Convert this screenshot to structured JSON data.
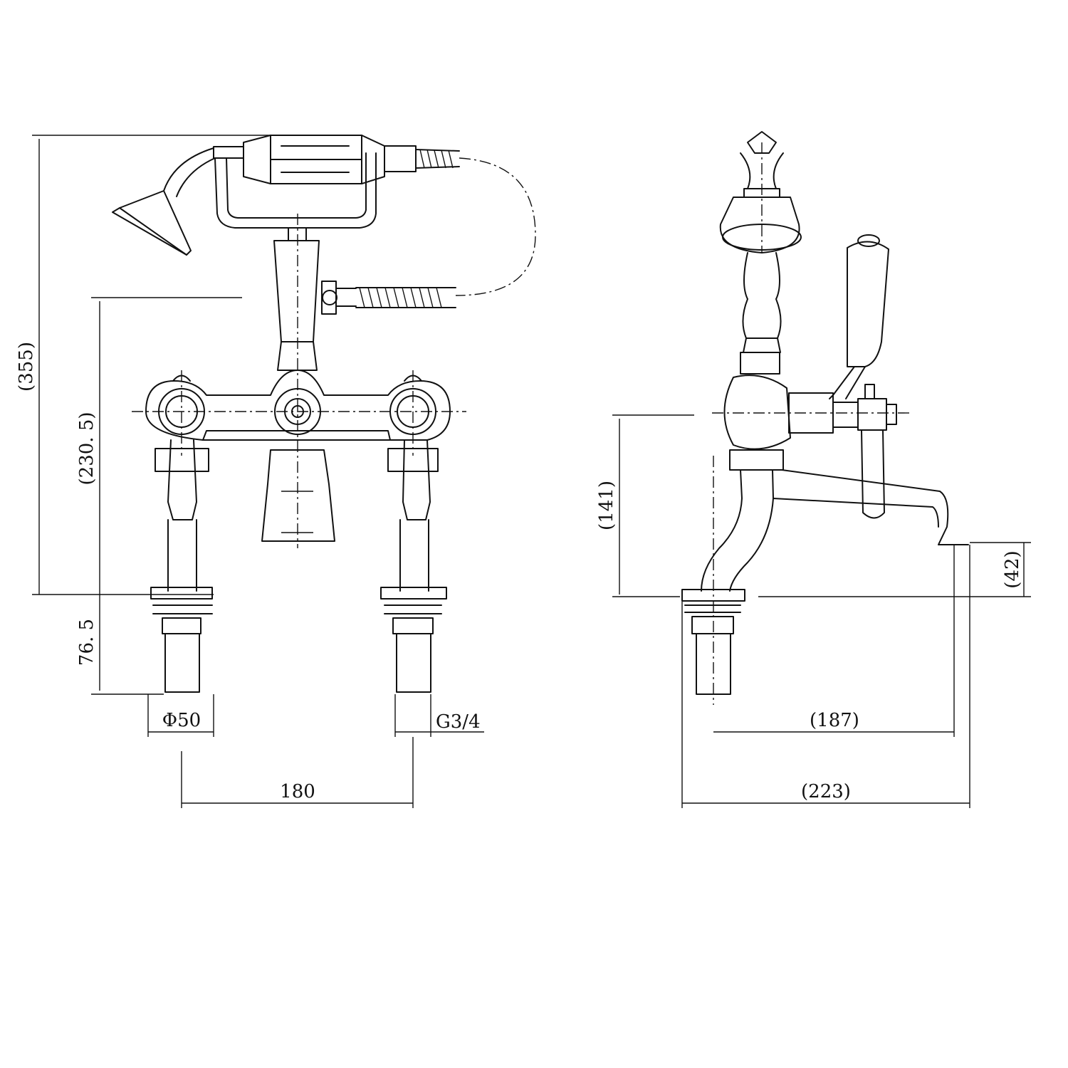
{
  "dimensions": {
    "overall_height": "(355)",
    "spout_height": "(230. 5)",
    "tail_length": "76. 5",
    "base_diameter": "Φ50",
    "thread_size": "G3/4",
    "centres": "180",
    "side_height": "(141)",
    "spout_clearance": "(42)",
    "spout_projection": "(187)",
    "overall_depth": "(223)"
  }
}
